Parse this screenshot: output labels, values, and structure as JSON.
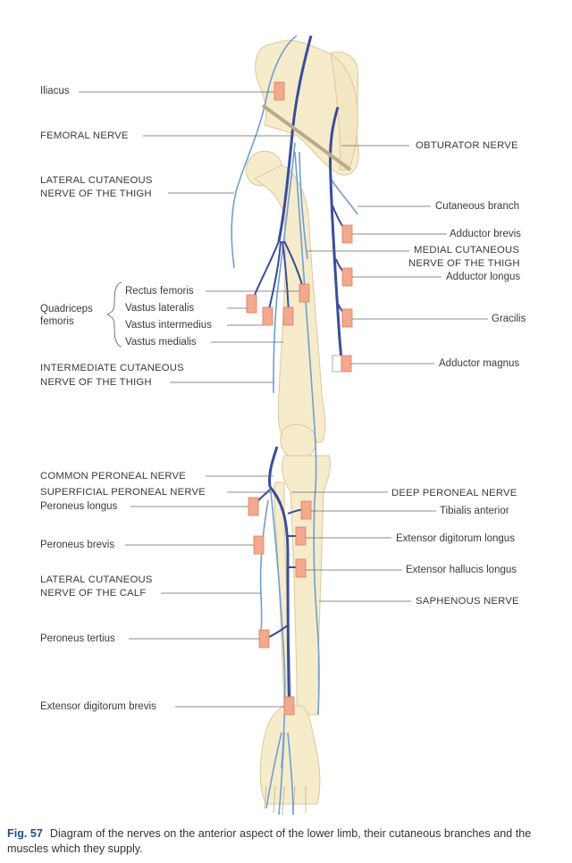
{
  "labels": {
    "iliacus": "Iliacus",
    "femoral_nerve": "FEMORAL NERVE",
    "lateral_cutaneous_thigh": [
      "LATERAL CUTANEOUS",
      "NERVE OF THE THIGH"
    ],
    "quadriceps": [
      "Quadriceps",
      "femoris"
    ],
    "rectus_femoris": "Rectus femoris",
    "vastus_lateralis": "Vastus lateralis",
    "vastus_intermedius": "Vastus intermedius",
    "vastus_medialis": "Vastus medialis",
    "intermediate_cutaneous_thigh": [
      "INTERMEDIATE CUTANEOUS",
      "NERVE OF THE THIGH"
    ],
    "common_peroneal": "COMMON PERONEAL NERVE",
    "superficial_peroneal": "SUPERFICIAL PERONEAL NERVE",
    "peroneus_longus": "Peroneus longus",
    "peroneus_brevis": "Peroneus brevis",
    "lateral_cutaneous_calf": [
      "LATERAL CUTANEOUS",
      "NERVE OF THE CALF"
    ],
    "peroneus_tertius": "Peroneus tertius",
    "extensor_digitorum_brevis": "Extensor digitorum brevis",
    "obturator_nerve": "OBTURATOR NERVE",
    "cutaneous_branch": "Cutaneous branch",
    "adductor_brevis": "Adductor brevis",
    "medial_cutaneous_thigh": [
      "MEDIAL CUTANEOUS",
      "NERVE OF THE THIGH"
    ],
    "adductor_longus": "Adductor longus",
    "gracilis": "Gracilis",
    "adductor_magnus": "Adductor magnus",
    "deep_peroneal": "DEEP PERONEAL NERVE",
    "tibialis_anterior": "Tibialis anterior",
    "extensor_digitorum_longus": "Extensor digitorum longus",
    "extensor_hallucis_longus": "Extensor hallucis longus",
    "saphenous_nerve": "SAPHENOUS NERVE"
  },
  "caption": {
    "fig": "Fig. 57",
    "text": "Diagram of the nerves on the anterior aspect of the lower limb, their cutaneous branches and the muscles which they supply."
  },
  "colors": {
    "bone": "#f6eccc",
    "nerve_dark": "#3a4d9a",
    "nerve_light": "#6f9ed2",
    "muscle": "#f2a98e",
    "leader": "#666666"
  }
}
